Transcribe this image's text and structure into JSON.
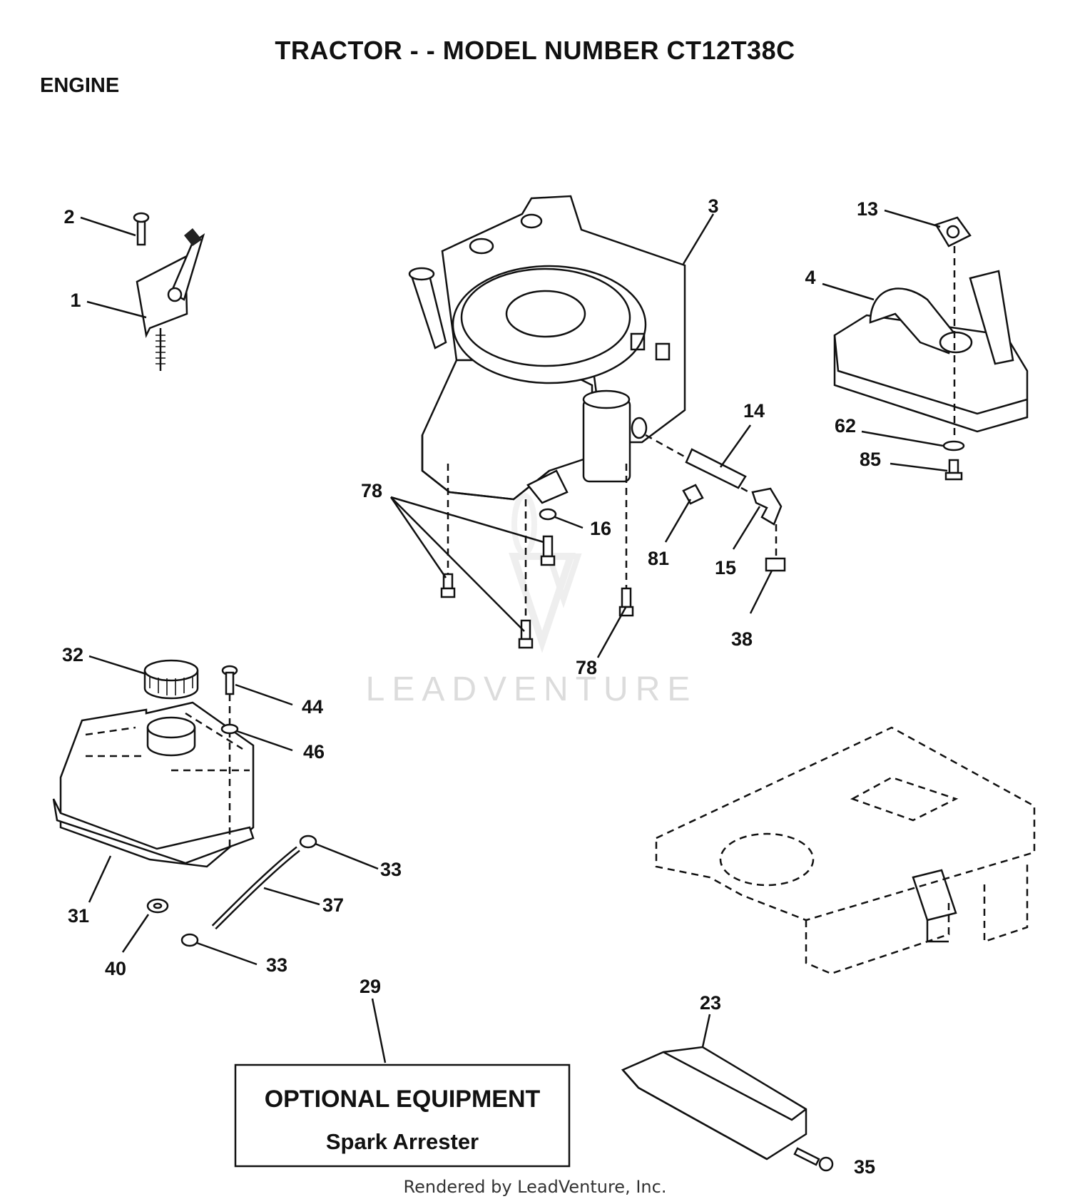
{
  "header": {
    "title": "TRACTOR - - MODEL NUMBER CT12T38C",
    "section": "ENGINE"
  },
  "callouts": [
    "1",
    "2",
    "3",
    "4",
    "13",
    "14",
    "15",
    "16",
    "78",
    "78",
    "81",
    "62",
    "85",
    "38",
    "78",
    "32",
    "44",
    "46",
    "31",
    "33",
    "37",
    "33",
    "40",
    "29",
    "23",
    "35"
  ],
  "optional_box": {
    "heading": "OPTIONAL EQUIPMENT",
    "item": "Spark Arrester"
  },
  "watermark": "LEADVENTURE",
  "footer": "Rendered by LeadVenture, Inc."
}
